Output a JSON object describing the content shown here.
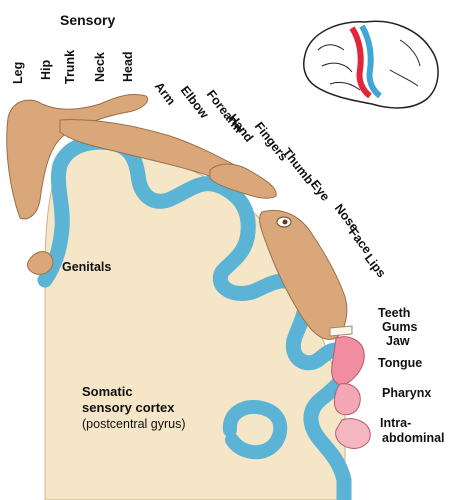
{
  "title": "Sensory",
  "labels": {
    "leg": "Leg",
    "hip": "Hip",
    "trunk": "Trunk",
    "neck": "Neck",
    "head": "Head",
    "arm": "Arm",
    "elbow": "Elbow",
    "forearm": "Forearm",
    "hand": "Hand",
    "fingers": "Fingers",
    "thumb": "Thumb",
    "eye": "Eye",
    "nose": "Nose",
    "face": "Face",
    "lips": "Lips",
    "teeth": "Teeth",
    "gums": "Gums",
    "jaw": "Jaw",
    "tongue": "Tongue",
    "pharynx": "Pharynx",
    "intra": "Intra-",
    "abdominal": "abdominal",
    "genitals": "Genitals"
  },
  "cortex": {
    "line1": "Somatic",
    "line2": "sensory cortex",
    "line3": "(postcentral gyrus)"
  },
  "colors": {
    "cortex_band": "#5bb3d6",
    "tissue": "#f4e6c7",
    "homunculus": "#d9a77a",
    "brain_highlight_red": "#e2263a",
    "brain_highlight_blue": "#3fa7d6"
  }
}
